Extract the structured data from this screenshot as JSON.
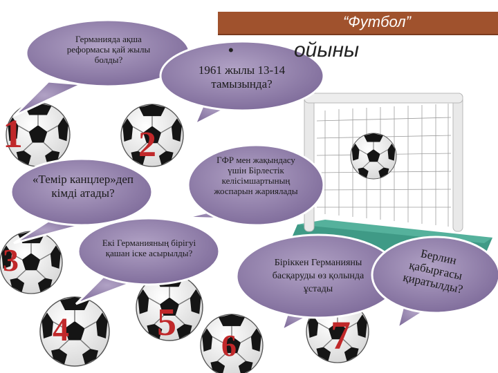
{
  "header": {
    "title": "“Футбол”",
    "subtitle": "ойыны",
    "bullet": "•"
  },
  "bubbles": {
    "b1": "Германияда ақша реформасы қай жылы болды?",
    "b2": "1961 жылы 13-14 тамызында?",
    "b3": "«Темір канцлер»деп кімді атады?",
    "b4": "ГФР мен жақындасу үшін Бірлестік келісімшартының жоспарын жариялады",
    "b5": "Екі Германияның бірігуі қашан іске асырылды?",
    "b6": "Біріккен Германияны басқаруды өз қолында ұстады",
    "b7": "Берлин қабырғасы қиратылды?"
  },
  "numbers": [
    "1",
    "2",
    "3",
    "4",
    "5",
    "6",
    "7"
  ],
  "colors": {
    "bubble_fill": "#8e7aa6",
    "header_bar": "#a0522d",
    "number_red": "#c0282a",
    "ground": "#3f9a86"
  }
}
